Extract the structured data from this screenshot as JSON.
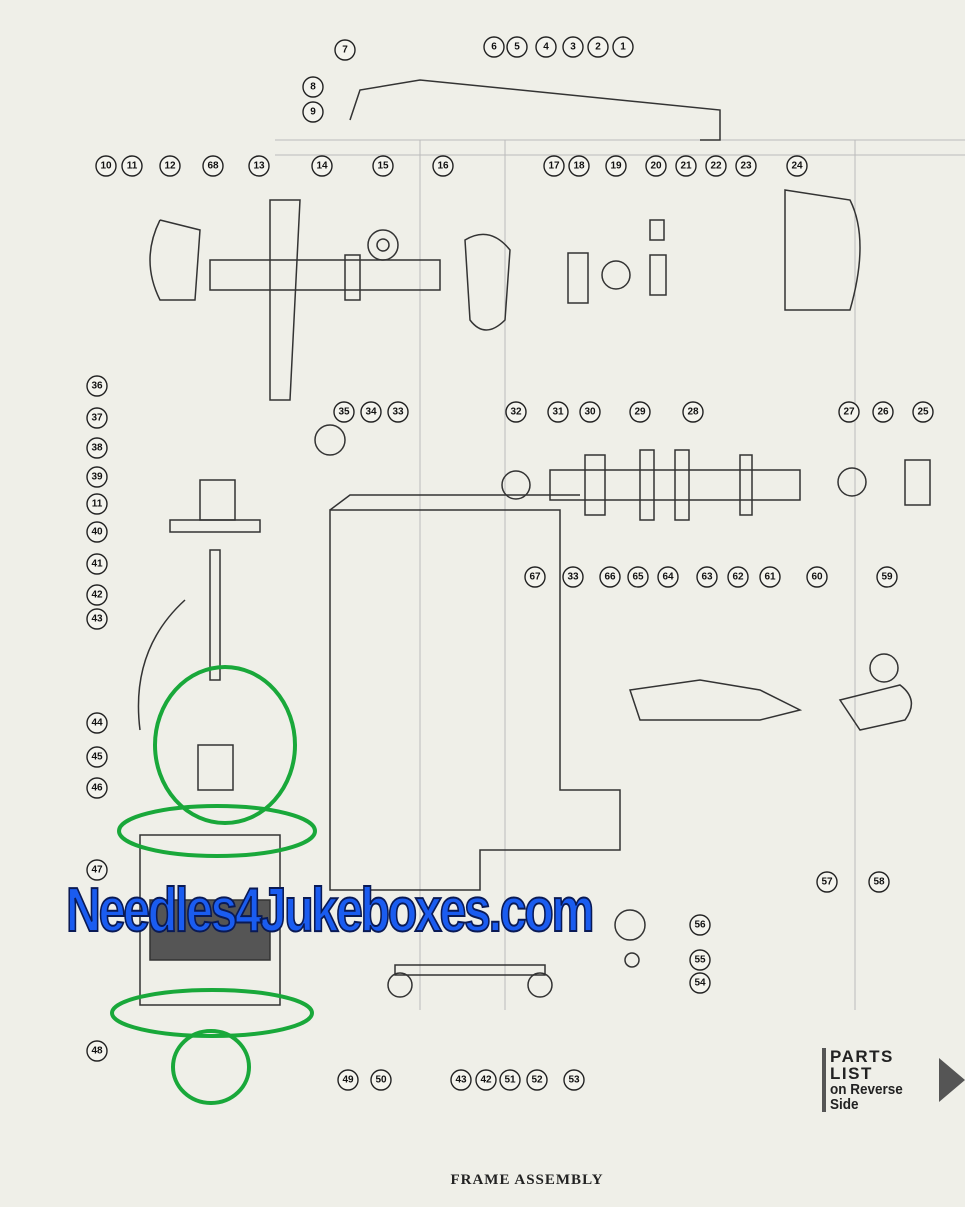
{
  "title": "FRAME ASSEMBLY",
  "watermark": "Needles4Jukeboxes.com",
  "parts_list_link": {
    "line1": "PARTS LIST",
    "line2": "on Reverse Side"
  },
  "callouts": [
    "1",
    "2",
    "3",
    "4",
    "5",
    "6",
    "7",
    "8",
    "9",
    "10",
    "11",
    "12",
    "68",
    "13",
    "14",
    "15",
    "16",
    "17",
    "18",
    "19",
    "20",
    "21",
    "22",
    "23",
    "24",
    "36",
    "37",
    "38",
    "39",
    "11",
    "40",
    "41",
    "42",
    "43",
    "44",
    "45",
    "46",
    "47",
    "48",
    "35",
    "34",
    "33",
    "32",
    "31",
    "30",
    "29",
    "28",
    "27",
    "26",
    "25",
    "67",
    "33",
    "66",
    "65",
    "64",
    "63",
    "62",
    "61",
    "60",
    "59",
    "57",
    "58",
    "56",
    "55",
    "54",
    "49",
    "50",
    "43",
    "42",
    "51",
    "52",
    "53"
  ],
  "colors": {
    "highlight": "#19a83a",
    "watermark": "#1a5cf0",
    "paper": "#efefe8"
  }
}
